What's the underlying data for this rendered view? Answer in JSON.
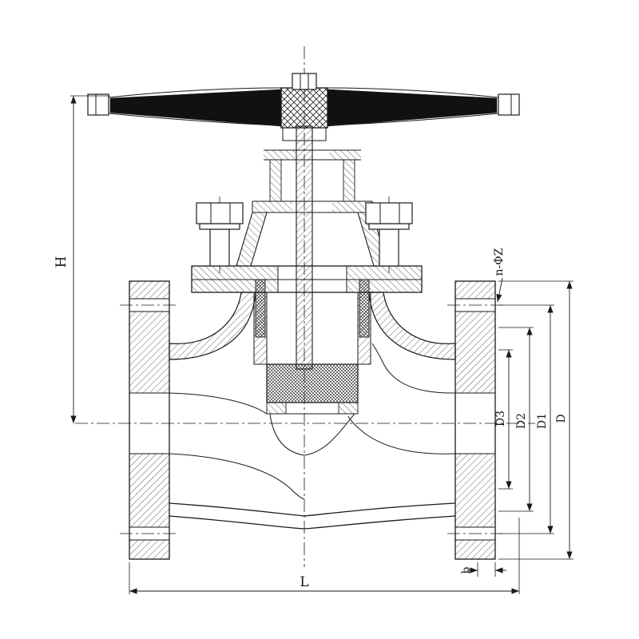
{
  "drawing": {
    "kind": "valve-sectional-technical-drawing",
    "colors": {
      "ink": "#1a1a1a",
      "paper": "#ffffff"
    },
    "dimension_labels": {
      "H": "H",
      "L": "L",
      "b": "b",
      "D": "D",
      "D1": "D1",
      "D2": "D2",
      "D3": "D3",
      "nZ": "n-ΦZ"
    }
  }
}
